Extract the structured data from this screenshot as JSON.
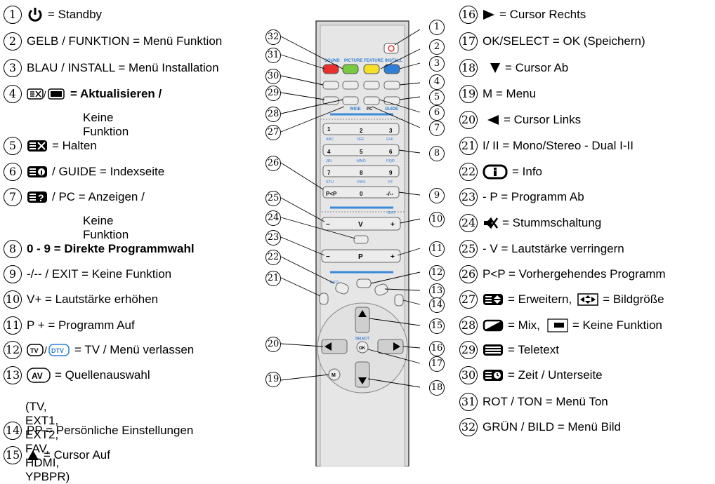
{
  "left": [
    {
      "n": "1",
      "icon": "power-icon",
      "text": "= Standby"
    },
    {
      "n": "2",
      "icon": "",
      "text": "GELB / FUNKTION = Menü Funktion"
    },
    {
      "n": "3",
      "icon": "",
      "text": "BLAU / INSTALL = Menü Installation"
    },
    {
      "n": "4",
      "icon": "teletext-update-icon",
      "text": "= Aktualisieren /",
      "cont": "Keine Funktion"
    },
    {
      "n": "5",
      "icon": "hold-icon",
      "text": "= Halten"
    },
    {
      "n": "6",
      "icon": "index-icon",
      "text": "/ GUIDE = Indexseite"
    },
    {
      "n": "7",
      "icon": "reveal-icon",
      "text": "/ PC = Anzeigen /",
      "cont": "Keine Funktion"
    },
    {
      "n": "8",
      "icon": "",
      "text": "0 - 9 = Direkte Programmwahl"
    },
    {
      "n": "9",
      "icon": "",
      "text": "-/-- / EXIT = Keine Funktion"
    },
    {
      "n": "10",
      "icon": "",
      "text": "V+ =  Lautstärke erhöhen"
    },
    {
      "n": "11",
      "icon": "",
      "text": "P + = Programm Auf"
    },
    {
      "n": "12",
      "icon": "tv-dtv-icon",
      "text": "= TV / Menü verlassen"
    },
    {
      "n": "13",
      "icon": "av-icon",
      "text": "=  Quellenauswahl",
      "cont": "(TV, EXT1, EXT2, FAV, HDMI, YPBPR)"
    },
    {
      "n": "14",
      "icon": "",
      "text": "PP = Persönliche Einstellungen"
    },
    {
      "n": "15",
      "icon": "up-arrow-icon",
      "text": "= Cursor Auf"
    }
  ],
  "right": [
    {
      "n": "16",
      "icon": "right-arrow-icon",
      "text": "= Cursor Rechts"
    },
    {
      "n": "17",
      "icon": "",
      "text": "OK/SELECT = OK (Speichern)"
    },
    {
      "n": "18",
      "icon": "down-arrow-icon",
      "text": "= Cursor Ab"
    },
    {
      "n": "19",
      "icon": "",
      "text": "M = Menu"
    },
    {
      "n": "20",
      "icon": "left-arrow-icon",
      "text": "= Cursor Links"
    },
    {
      "n": "21",
      "icon": "",
      "text": "I/ II = Mono/Stereo - Dual I-II"
    },
    {
      "n": "22",
      "icon": "info-icon",
      "text": "= Info"
    },
    {
      "n": "23",
      "icon": "",
      "text": "- P = Programm Ab"
    },
    {
      "n": "24",
      "icon": "mute-icon",
      "text": "= Stummschaltung"
    },
    {
      "n": "25",
      "icon": "",
      "text": "- V = Lautstärke verringern"
    },
    {
      "n": "26",
      "icon": "",
      "text": "P<P = Vorhergehendes Programm"
    },
    {
      "n": "27",
      "icon": "expand-icon",
      "text": "= Erweitern,",
      "text2": "= Bildgröße"
    },
    {
      "n": "28",
      "icon": "mix-icon",
      "text": "= Mix,",
      "text2": "= Keine Funktion"
    },
    {
      "n": "29",
      "icon": "teletext-icon",
      "text": "= Teletext"
    },
    {
      "n": "30",
      "icon": "time-icon",
      "text": "= Zeit / Unterseite"
    },
    {
      "n": "31",
      "icon": "",
      "text": "ROT / TON = Menü Ton"
    },
    {
      "n": "32",
      "icon": "",
      "text": "GRÜN / BILD = Menü Bild"
    }
  ],
  "remote": {
    "color_labels": [
      "SOUND",
      "PICTURE",
      "FEATURE",
      "INSTALL"
    ],
    "row_labels": [
      "PC",
      "GUIDE",
      "WIDE"
    ],
    "digits": [
      [
        "1",
        "2",
        "3"
      ],
      [
        "4",
        "5",
        "6"
      ],
      [
        "7",
        "8",
        "9"
      ],
      [
        "P<P",
        "0",
        "-/--"
      ]
    ],
    "letters": [
      [
        "",
        "ABC",
        "DEF",
        "GHI"
      ],
      [
        "JKL",
        "MNO",
        "PQR"
      ],
      [
        "STU",
        "VWX",
        "YZ"
      ]
    ],
    "exit": "EXIT",
    "v": "V",
    "p": "P",
    "minus": "−",
    "plus": "+",
    "info": "INFO",
    "select": "SELECT",
    "ok": "OK",
    "m": "M",
    "colors": {
      "red": "#e8302c",
      "green": "#7ac943",
      "yellow": "#f5e028",
      "blue": "#2f7fd6",
      "body": "#d9d9d9",
      "accent": "#3a8ad8"
    }
  }
}
